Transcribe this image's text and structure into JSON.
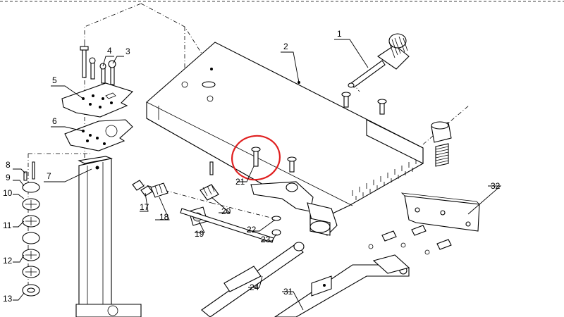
{
  "callouts": {
    "c1": "1",
    "c2": "2",
    "c3": "3",
    "c4": "4",
    "c5": "5",
    "c6": "6",
    "c7": "7",
    "c8": "8",
    "c9": "9",
    "c10": "10",
    "c11": "11",
    "c12": "12",
    "c13": "13",
    "c17": "17",
    "c18": "18",
    "c19": "19",
    "c20": "20",
    "c21": "21",
    "c22": "22",
    "c23": "23",
    "c24": "24",
    "c31": "31",
    "c32": "32"
  },
  "highlight": {
    "color": "#e02020"
  },
  "icons": {
    "highlight": "red-circle-highlight"
  }
}
